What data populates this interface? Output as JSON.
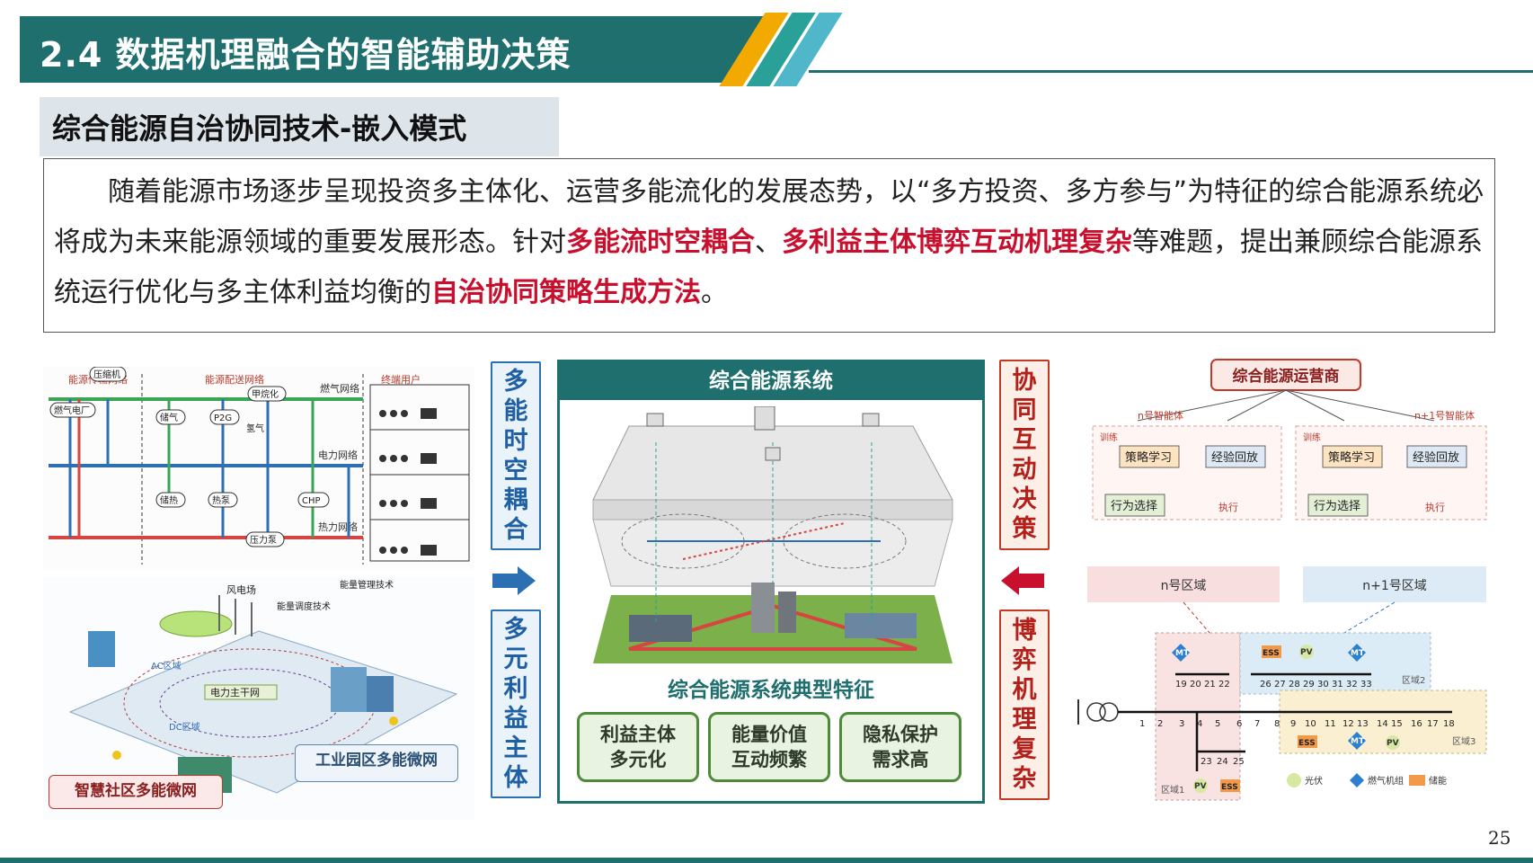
{
  "header": {
    "title": "2.4 数据机理融合的智能辅助决策",
    "stripe_colors": [
      "#f2a900",
      "#2aa198",
      "#4fb7c9",
      "#1f6f6f"
    ]
  },
  "subtitle": "综合能源自治协同技术-嵌入模式",
  "paragraph": {
    "p1": "随着能源市场逐步呈现投资多主体化、运营多能流化的发展态势，以“多方投资、多方参与”为特征的综合能源系统必将成为未来能源领域的重要发展形态。针对",
    "h1": "多能流时空耦合",
    "p2": "、",
    "h2": "多利益主体博弈互动机理复杂",
    "p3": "等难题，提出兼顾综合能源系统运行优化与多主体利益均衡的",
    "h3": "自治协同策略生成方法",
    "p4": "。"
  },
  "network_diagram": {
    "section_labels": [
      "能源传输网络",
      "能源配送网络",
      "终端用户"
    ],
    "nodes": [
      "压缩机",
      "燃气电厂",
      "储气",
      "P2G",
      "甲烷化",
      "氢气",
      "储热",
      "热泵",
      "CHP",
      "压力泵"
    ],
    "network_labels": [
      "燃气网络",
      "电力网络",
      "热力网络"
    ]
  },
  "microgrid": {
    "labels": [
      "风电场",
      "电力主干网",
      "AC区域",
      "DC区域",
      "光伏",
      "能量管理技术",
      "能量调度技术"
    ],
    "community_label": "智慧社区多能微网",
    "industrial_label": "工业园区多能微网"
  },
  "left_banner": [
    "多",
    "能",
    "时",
    "空",
    "耦",
    "合"
  ],
  "left_banner2": [
    "多",
    "元",
    "利",
    "益",
    "主",
    "体"
  ],
  "right_banner": [
    "协",
    "同",
    "互",
    "动",
    "决",
    "策"
  ],
  "right_banner2": [
    "博",
    "弈",
    "机",
    "理",
    "复",
    "杂"
  ],
  "center": {
    "title": "综合能源系统",
    "feature_title": "综合能源系统典型特征",
    "features": [
      {
        "line1": "利益主体",
        "line2": "多元化"
      },
      {
        "line1": "能量价值",
        "line2": "互动频繁"
      },
      {
        "line1": "隐私保护",
        "line2": "需求高"
      }
    ]
  },
  "operator": {
    "title": "综合能源运营商",
    "agent_n": "n号智能体",
    "agent_n1": "n+1号智能体",
    "train": "训练",
    "policy": "策略学习",
    "replay": "经验回放",
    "action": "行为选择",
    "execute": "执行",
    "region_n": "n号区域",
    "region_n1": "n+1号区域",
    "bus_numbers_top": [
      "19",
      "20",
      "21",
      "22",
      "26",
      "27",
      "28",
      "29",
      "30",
      "31",
      "32",
      "33"
    ],
    "bus_numbers_main": [
      "1",
      "2",
      "3",
      "4",
      "5",
      "6",
      "7",
      "8",
      "9",
      "10",
      "11",
      "12",
      "13",
      "14",
      "15",
      "16",
      "17",
      "18"
    ],
    "bus_numbers_bottom": [
      "23",
      "24",
      "25"
    ],
    "area_labels": [
      "区域1",
      "区域2",
      "区域3"
    ],
    "legend": [
      "光伏",
      "燃气机组",
      "储能"
    ],
    "tags": [
      "PV",
      "ESS",
      "MT"
    ]
  },
  "page_number": "25"
}
